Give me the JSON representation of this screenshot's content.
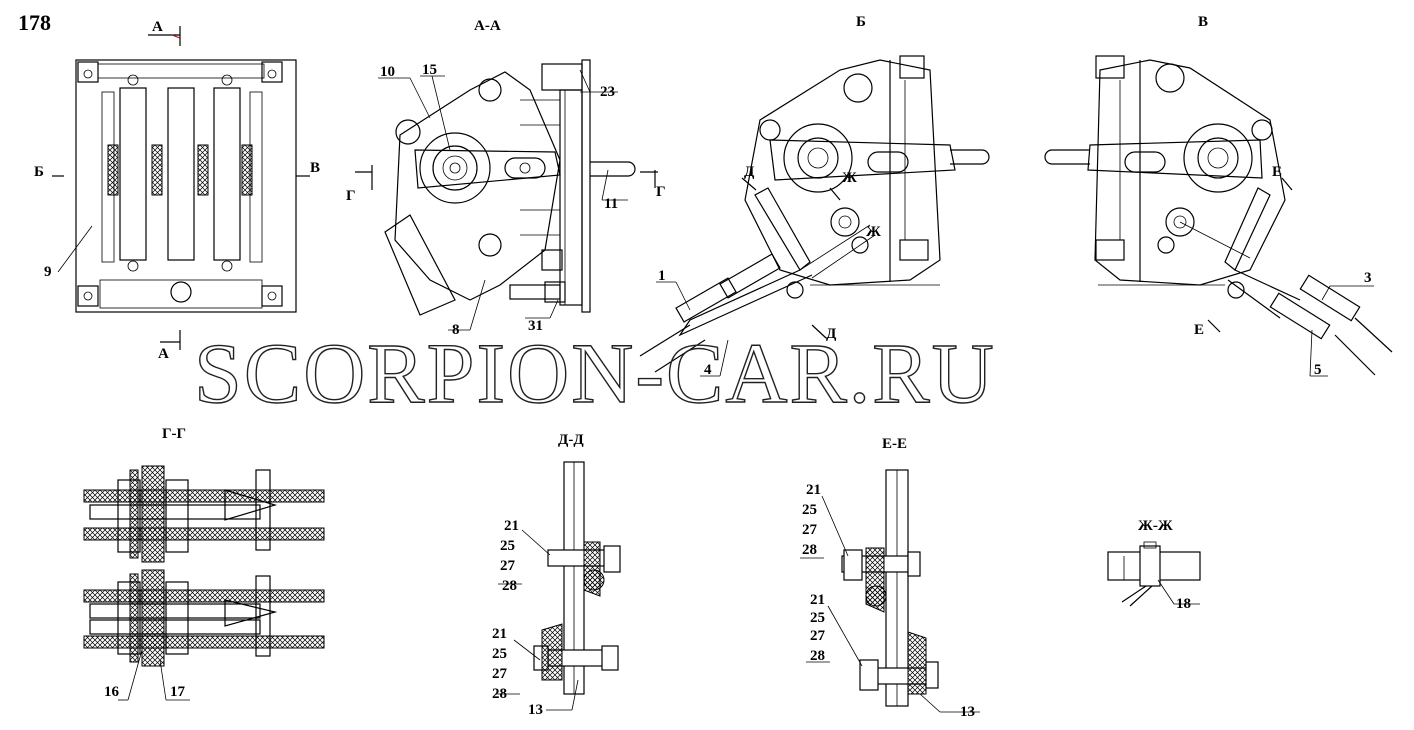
{
  "page_number": "178",
  "section_titles": {
    "aa": "А-А",
    "b": "Б",
    "v": "В",
    "gg": "Г-Г",
    "dd": "Д-Д",
    "ee": "Е-Е",
    "zhzh": "Ж-Ж"
  },
  "section_marks": {
    "a": "А",
    "b": "Б",
    "v": "В",
    "g": "Г",
    "d": "Д",
    "e": "Е",
    "zh": "Ж"
  },
  "callouts": {
    "n1": "1",
    "n3": "3",
    "n4": "4",
    "n5": "5",
    "n8": "8",
    "n9": "9",
    "n10": "10",
    "n11": "11",
    "n13": "13",
    "n15": "15",
    "n16": "16",
    "n17": "17",
    "n18": "18",
    "n21": "21",
    "n23": "23",
    "n25": "25",
    "n27": "27",
    "n28": "28",
    "n31": "31"
  },
  "watermark": "SCORPION-CAR.RU"
}
